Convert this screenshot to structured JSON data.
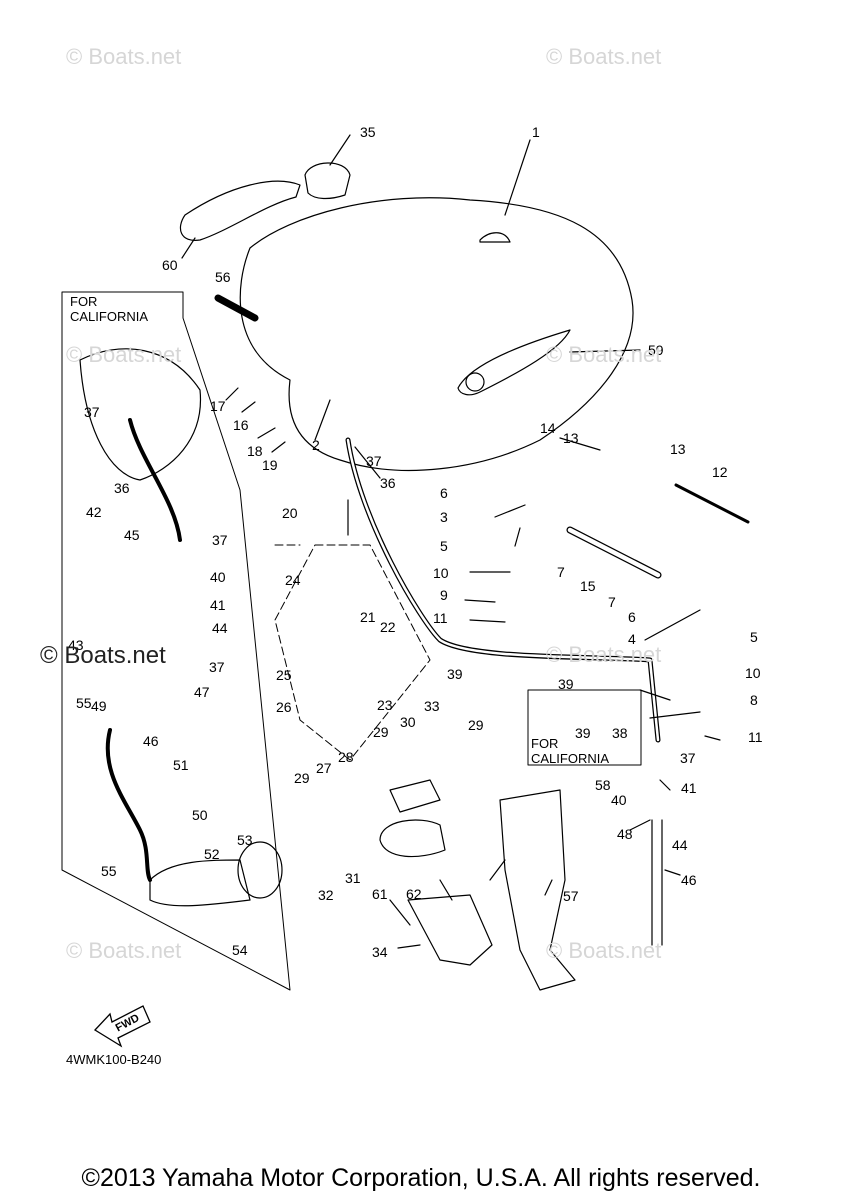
{
  "watermark": {
    "text": "© Boats.net",
    "dark_text": "© Boats.net"
  },
  "box_labels": {
    "for_california_left": [
      "FOR",
      "CALIFORNIA"
    ],
    "for_california_right": [
      "FOR",
      "CALIFORNIA"
    ]
  },
  "fwd_label": "FWD",
  "diagram_code": "4WMK100-B240",
  "copyright": "©2013 Yamaha Motor Corporation, U.S.A. All rights reserved.",
  "callouts": [
    "1",
    "2",
    "3",
    "4",
    "5",
    "5",
    "6",
    "6",
    "7",
    "7",
    "8",
    "9",
    "10",
    "10",
    "11",
    "11",
    "12",
    "13",
    "13",
    "14",
    "15",
    "16",
    "17",
    "18",
    "19",
    "20",
    "21",
    "22",
    "23",
    "24",
    "25",
    "26",
    "27",
    "28",
    "29",
    "29",
    "29",
    "30",
    "31",
    "32",
    "33",
    "34",
    "35",
    "36",
    "36",
    "37",
    "37",
    "37",
    "37",
    "37",
    "38",
    "39",
    "39",
    "39",
    "40",
    "40",
    "41",
    "41",
    "42",
    "43",
    "44",
    "44",
    "45",
    "46",
    "46",
    "47",
    "48",
    "49",
    "50",
    "51",
    "52",
    "53",
    "54",
    "55",
    "55",
    "56",
    "57",
    "58",
    "59",
    "60",
    "61",
    "62"
  ]
}
